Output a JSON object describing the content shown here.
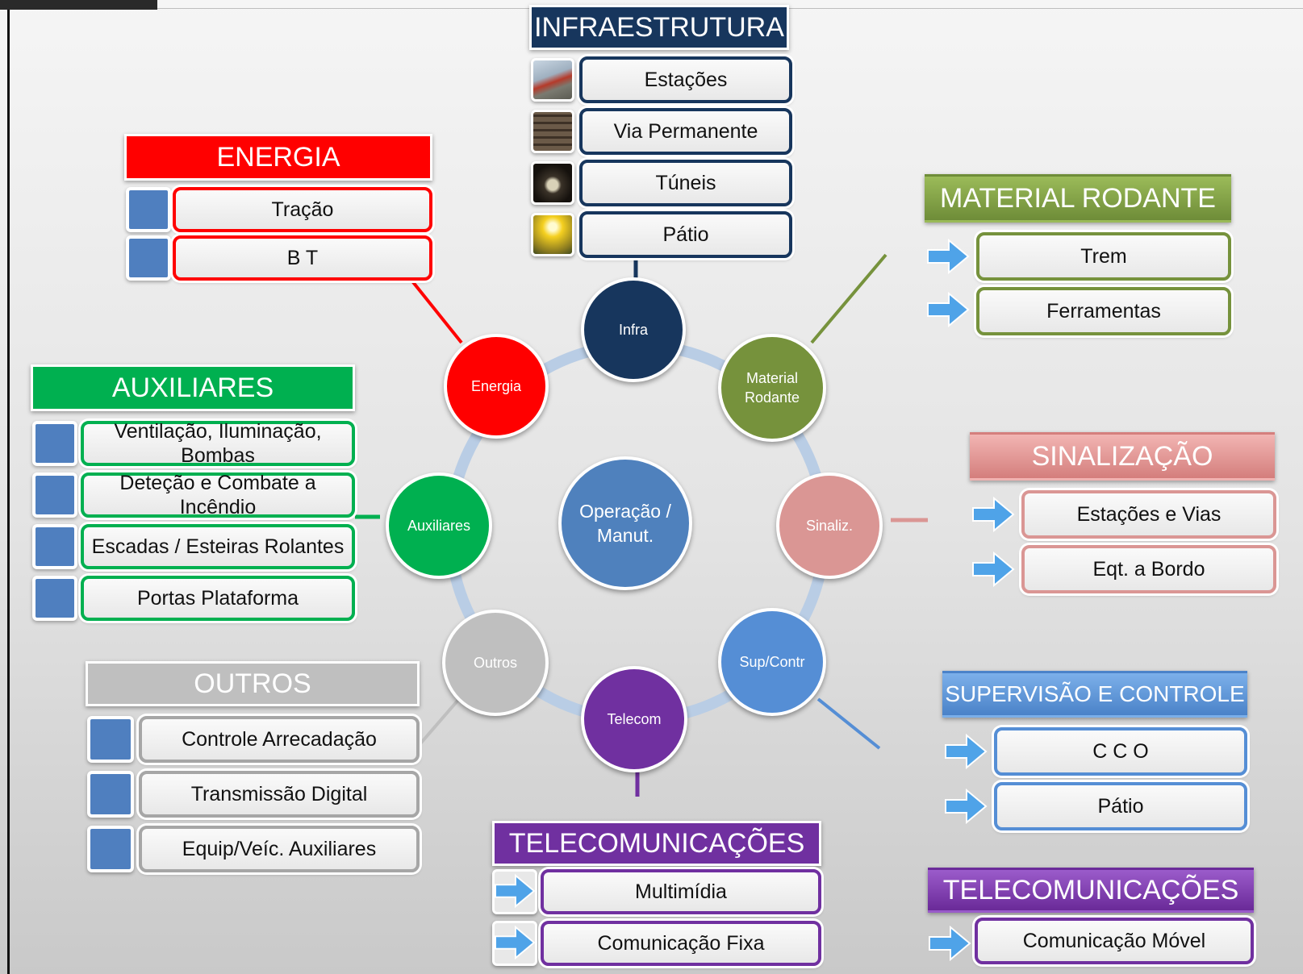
{
  "center": {
    "label": "Operação / Manut."
  },
  "nodes": {
    "infra": {
      "label": "Infra"
    },
    "energia": {
      "label": "Energia"
    },
    "material": {
      "label": "Material Rodante"
    },
    "auxiliares": {
      "label": "Auxiliares"
    },
    "sinaliz": {
      "label": "Sinaliz."
    },
    "outros": {
      "label": "Outros"
    },
    "supcontr": {
      "label": "Sup/Contr"
    },
    "telecom": {
      "label": "Telecom"
    }
  },
  "groups": {
    "infraestrutura": {
      "title": "INFRAESTRUTURA",
      "items": [
        "Estações",
        "Via Permanente",
        "Túneis",
        "Pátio"
      ]
    },
    "energia": {
      "title": "ENERGIA",
      "items": [
        "Tração",
        "B T"
      ]
    },
    "material_rodante": {
      "title": "MATERIAL RODANTE",
      "items": [
        "Trem",
        "Ferramentas"
      ]
    },
    "auxiliares": {
      "title": "AUXILIARES",
      "items": [
        "Ventilação, Iluminação, Bombas",
        "Deteção e Combate a Incêndio",
        "Escadas / Esteiras Rolantes",
        "Portas Plataforma"
      ]
    },
    "sinalizacao": {
      "title": "SINALIZAÇÃO",
      "items": [
        "Estações e Vias",
        "Eqt. a Bordo"
      ]
    },
    "outros": {
      "title": "OUTROS",
      "items": [
        "Controle Arrecadação",
        "Transmissão Digital",
        "Equip/Veíc. Auxiliares"
      ]
    },
    "supervisao": {
      "title": "SUPERVISÃO E CONTROLE",
      "items": [
        "C C O",
        "Pátio"
      ]
    },
    "telecom_fixa": {
      "title": "TELECOMUNICAÇÕES",
      "items": [
        "Multimídia",
        "Comunicação Fixa"
      ]
    },
    "telecom_movel": {
      "title": "TELECOMUNICAÇÕES",
      "items": [
        "Comunicação Móvel"
      ]
    }
  },
  "colors": {
    "infra": "#17365d",
    "energia": "#ff0000",
    "material": "#76923c",
    "auxiliares": "#00b050",
    "sinaliz": "#da9694",
    "outros": "#bfbfbf",
    "supcontr": "#558ed5",
    "telecom": "#7030a0",
    "center": "#4f81bd",
    "ring": "#b9cde5"
  }
}
